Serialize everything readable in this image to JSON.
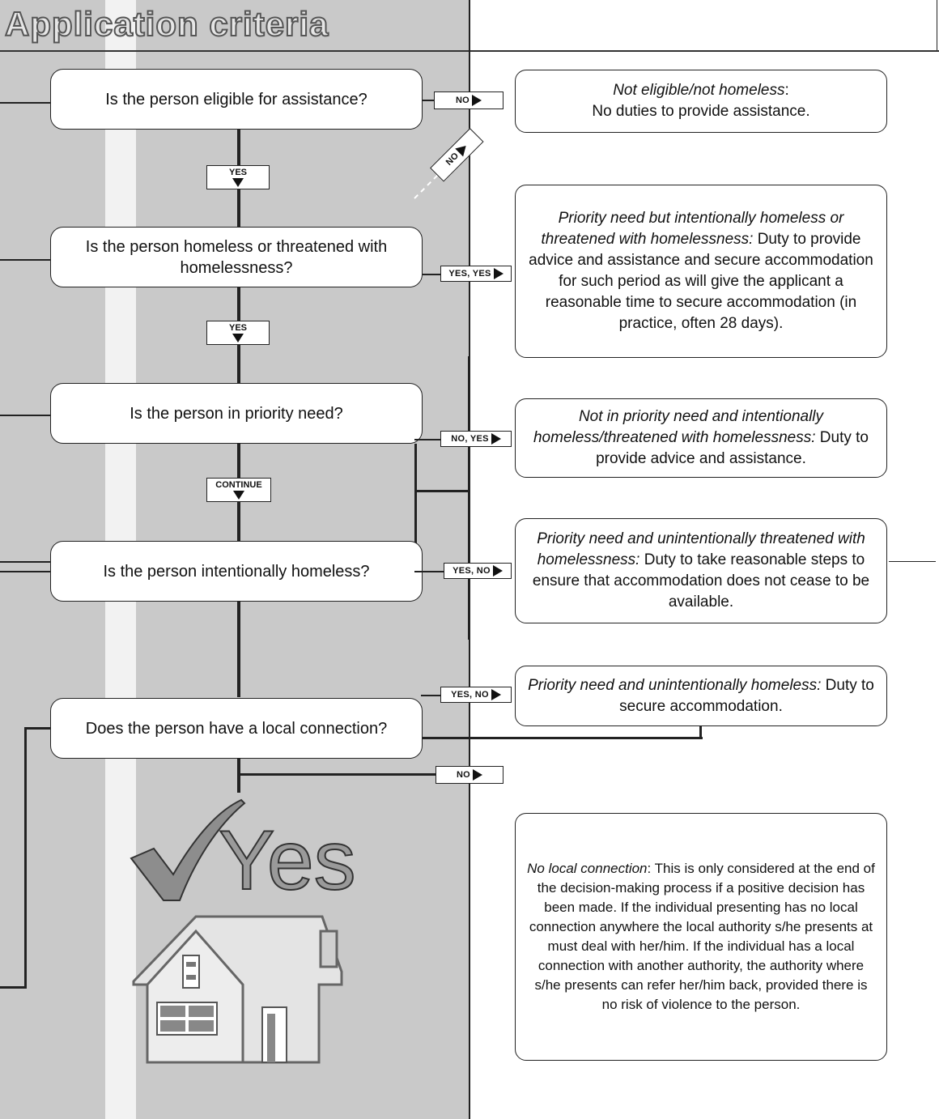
{
  "title": "Application criteria",
  "questions": [
    "Is the person eligible for assistance?",
    "Is the person homeless or threatened with homelessness?",
    "Is the person in priority need?",
    "Is the person intentionally homeless?",
    "Does the person have a local connection?"
  ],
  "tags": {
    "no1": "NO",
    "yes1": "YES",
    "no_diag": "NO",
    "yes_yes": "YES, YES",
    "yes2": "YES",
    "no_yes": "NO, YES",
    "continue": "CONTINUE",
    "yes_no1": "YES, NO",
    "yes_no2": "YES, NO",
    "no2": "NO"
  },
  "outcomes": [
    {
      "label": "Not eligible/not homeless",
      "sep": ":",
      "text": "No duties to provide assistance."
    },
    {
      "label": "Priority need but intentionally homeless or threatened with homelessness:",
      "sep": "",
      "text": "Duty to provide advice and assistance and secure accommodation for such period as will give the applicant a reasonable time to secure accommodation (in practice, often 28 days)."
    },
    {
      "label": "Not in priority need and intentionally homeless/threatened with homelessness:",
      "sep": "",
      "text": "Duty to provide advice and assistance."
    },
    {
      "label": "Priority need and unintentionally threatened with homelessness:",
      "sep": "",
      "text": "Duty to take reasonable steps to ensure that accommodation does not cease to be available."
    },
    {
      "label": "Priority need and unintentionally homeless:",
      "sep": "",
      "text": "Duty to secure accommodation."
    },
    {
      "label": "No local connection",
      "sep": ":",
      "text": "This is only considered at the end of the decision-making process if a positive decision has been made. If the individual presenting has no local connection anywhere the local authority s/he presents at must deal with her/him. If the individual has a local connection with another authority, the authority where s/he presents can refer her/him back, provided there is no risk of violence to the person."
    }
  ],
  "yes_graphic": "Yes",
  "colors": {
    "panel": "#c9c9c9",
    "stripe": "#f2f2f2",
    "ink": "#222222"
  }
}
